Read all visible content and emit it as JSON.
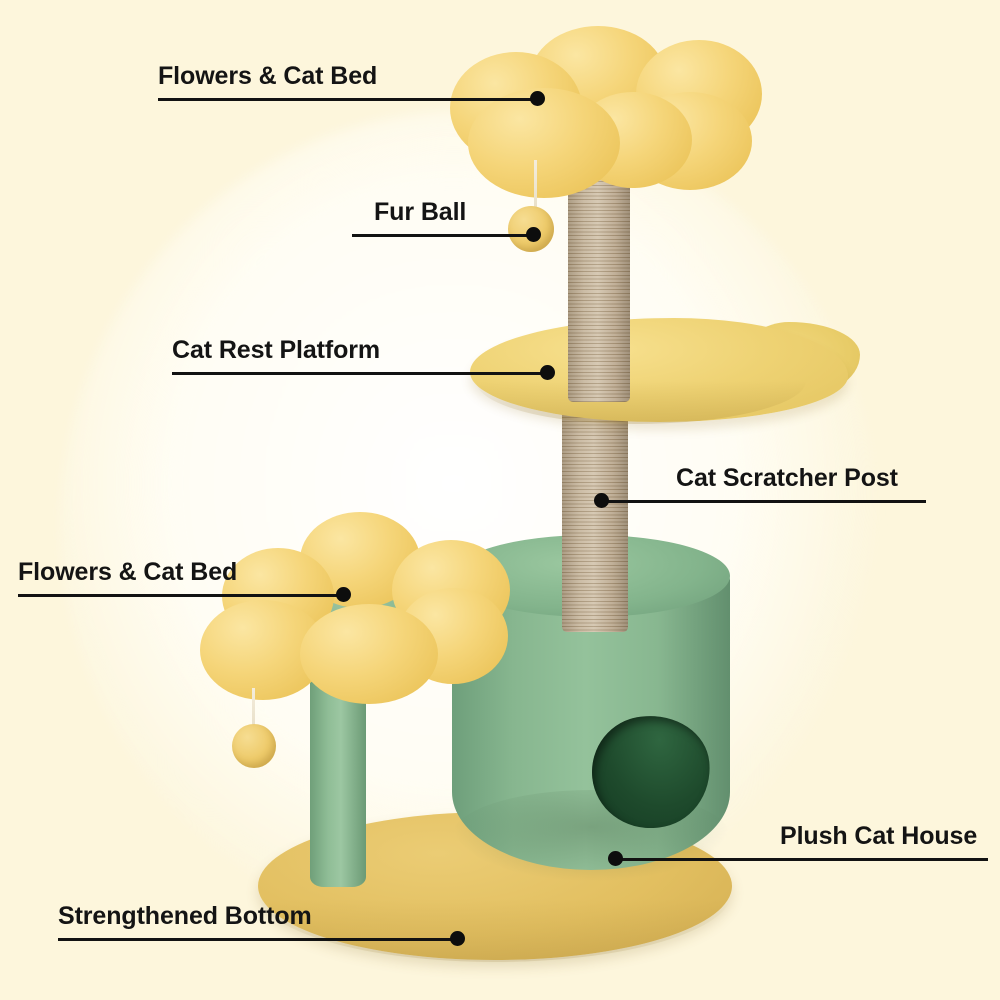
{
  "background": {
    "color": "#fdf6dc",
    "glow_color": "#ffffff"
  },
  "product": {
    "name": "flower cat tree",
    "colors": {
      "fleece_yellow": "#f2d06b",
      "fleece_yellow_light": "#fbe6a2",
      "base_gold": "#e2bf60",
      "fleece_green": "#8cba93",
      "green_dark": "#6b9a75",
      "hole_dark": "#1e4a2c",
      "sisal_beige": "#c2b095",
      "string": "#efe6d2"
    },
    "parts": [
      {
        "id": "top-flower-bed",
        "label": "Flowers & Cat Bed",
        "petals": 6
      },
      {
        "id": "upper-fur-ball",
        "label": "Fur Ball"
      },
      {
        "id": "upper-sisal-post",
        "label": "Cat Scratcher Post"
      },
      {
        "id": "rest-platform",
        "label": "Cat Rest Platform"
      },
      {
        "id": "lower-sisal-post",
        "label": "Cat Scratcher Post"
      },
      {
        "id": "lower-flower-bed",
        "label": "Flowers & Cat Bed",
        "petals": 6
      },
      {
        "id": "lower-fur-ball",
        "label": "Fur Ball"
      },
      {
        "id": "green-support-column",
        "label": "Support Column"
      },
      {
        "id": "cat-house",
        "label": "Plush Cat House"
      },
      {
        "id": "house-entrance",
        "label": "House Entrance"
      },
      {
        "id": "base-board",
        "label": "Strengthened Bottom"
      }
    ]
  },
  "annotations": [
    {
      "id": "flowers-cat-bed-top",
      "text": "Flowers & Cat Bed",
      "side": "left"
    },
    {
      "id": "fur-ball",
      "text": "Fur Ball",
      "side": "left"
    },
    {
      "id": "cat-rest-platform",
      "text": "Cat Rest Platform",
      "side": "left"
    },
    {
      "id": "cat-scratcher-post",
      "text": "Cat Scratcher Post",
      "side": "right"
    },
    {
      "id": "flowers-cat-bed-lower",
      "text": "Flowers & Cat Bed",
      "side": "left"
    },
    {
      "id": "plush-cat-house",
      "text": "Plush Cat House",
      "side": "right"
    },
    {
      "id": "strengthened-bottom",
      "text": "Strengthened Bottom",
      "side": "left"
    }
  ]
}
